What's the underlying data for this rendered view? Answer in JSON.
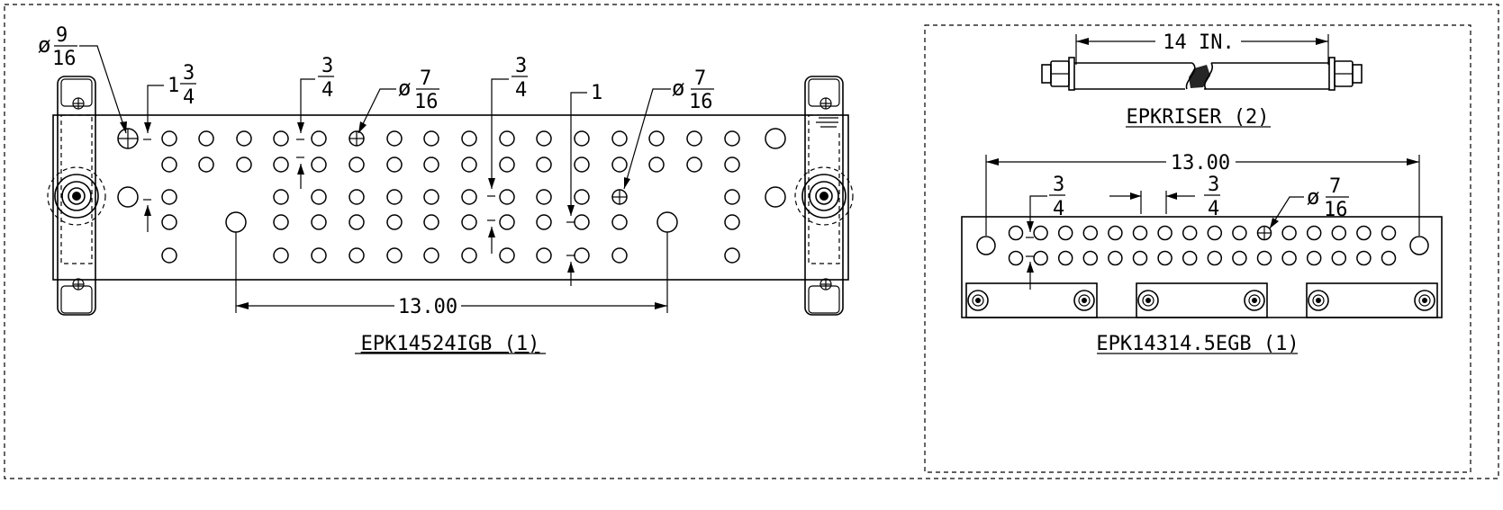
{
  "views": {
    "left": {
      "title": "EPK14524IGB (1)",
      "overall_dim": "13.00",
      "callouts": {
        "hole_large_sym": "ø",
        "hole_large_num": "9",
        "hole_large_den": "16",
        "edge_whole": "1",
        "edge_num": "3",
        "edge_den": "4",
        "spacing_a_num": "3",
        "spacing_a_den": "4",
        "hole_small_sym": "ø",
        "hole_small_num": "7",
        "hole_small_den": "16",
        "spacing_b_num": "3",
        "spacing_b_den": "4",
        "spacing_c": "1",
        "hole_small2_sym": "ø",
        "hole_small2_num": "7",
        "hole_small2_den": "16"
      }
    },
    "riser": {
      "title": "EPKRISER (2)",
      "length": "14 IN."
    },
    "right": {
      "title": "EPK14314.5EGB (1)",
      "overall_dim": "13.00",
      "callouts": {
        "spacing_a_num": "3",
        "spacing_a_den": "4",
        "spacing_b_num": "3",
        "spacing_b_den": "4",
        "hole_sym": "ø",
        "hole_num": "7",
        "hole_den": "16"
      }
    }
  }
}
